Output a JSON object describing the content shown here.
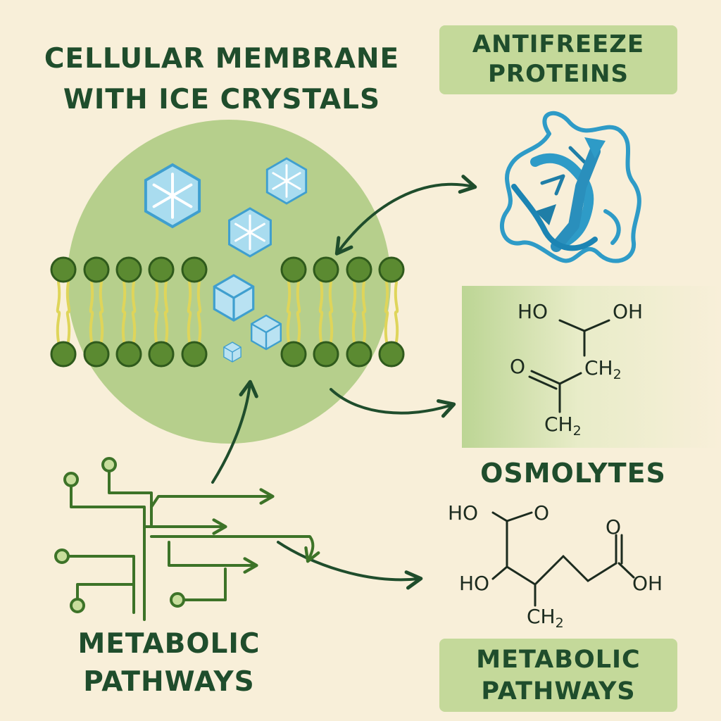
{
  "title": {
    "line1": "CELLULAR MEMBRANE",
    "line2": "WITH ICE CRYSTALS"
  },
  "antifreeze": {
    "line1": "ANTIFREEZE",
    "line2": "PROTEINS"
  },
  "osmolytes": {
    "label": "OSMOLYTES"
  },
  "metabolic_left": {
    "line1": "METABOLIC",
    "line2": "PATHWAYS"
  },
  "metabolic_right": {
    "line1": "METABOLIC",
    "line2": "PATHWAYS"
  },
  "molecule_top": {
    "ho": "HO",
    "oh": "OH",
    "o": "O",
    "ch": "CH",
    "sub": "2",
    "ch_b": "CH",
    "sub_b": "2"
  },
  "molecule_bottom": {
    "ho1": "HO",
    "o1": "O",
    "o2": "O",
    "ho2": "HO",
    "oh": "OH",
    "ch": "CH",
    "sub": "2"
  },
  "colors": {
    "background": "#f8efd9",
    "label_text": "#1f4d2c",
    "box": "#c4d99a",
    "cell": "#b6cf8c",
    "lipid_head": "#5b8a31",
    "lipid_tail": "#dfd55a",
    "ice": "#a9dcef",
    "protein": "#2e9bc7",
    "arrow": "#1f4d2c",
    "pathway": "#3d7328"
  },
  "icons": [
    "ice-crystal-icon",
    "protein-ribbon-icon",
    "lipid-bilayer-icon",
    "pathway-circuit-icon"
  ]
}
